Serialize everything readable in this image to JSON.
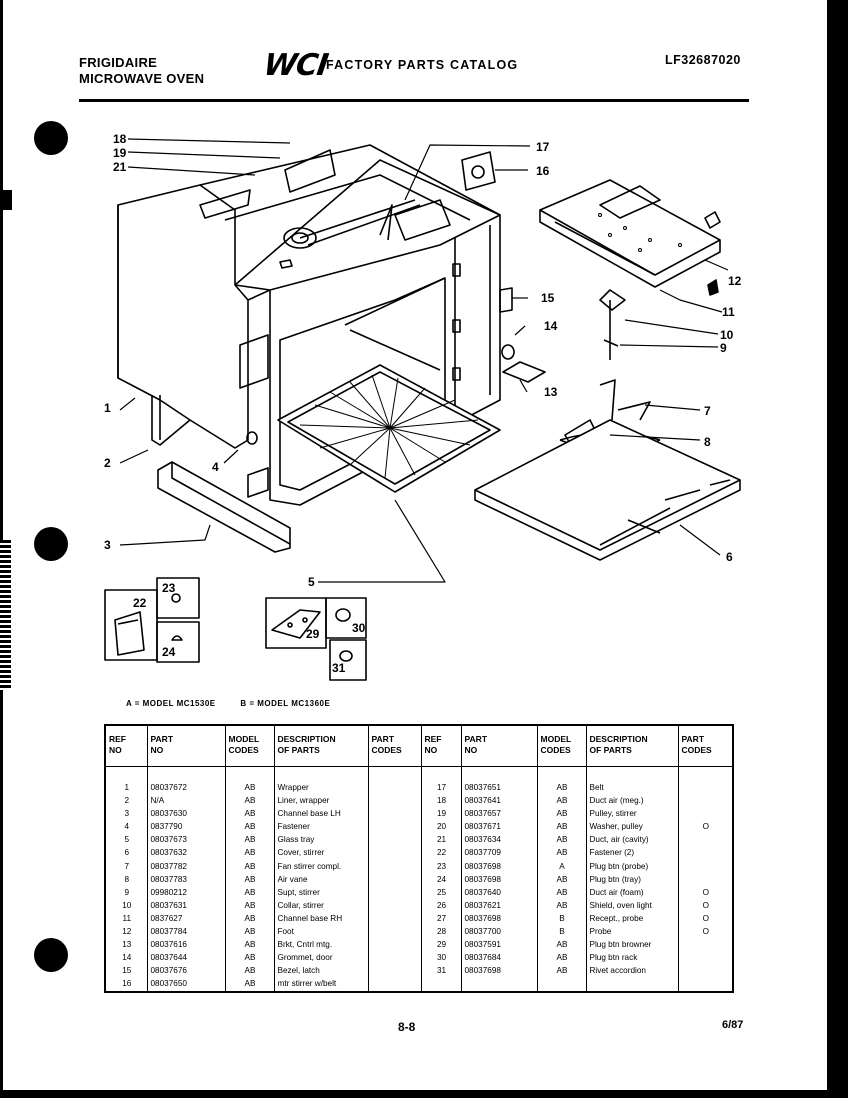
{
  "header": {
    "brand_line1": "FRIGIDAIRE",
    "brand_line2": "MICROWAVE OVEN",
    "logo": "WCI",
    "catalog_title": "FACTORY PARTS CATALOG",
    "catalog_number": "LF32687020"
  },
  "callouts": [
    "18",
    "19",
    "21",
    "17",
    "16",
    "12",
    "11",
    "10",
    "9",
    "15",
    "14",
    "13",
    "7",
    "8",
    "6",
    "1",
    "2",
    "4",
    "3",
    "5",
    "23",
    "22",
    "24",
    "29",
    "30",
    "31"
  ],
  "models": {
    "a": "A  =  MODEL MC1530E",
    "b": "B  =  MODEL MC1360E"
  },
  "table": {
    "headers": {
      "ref": "REF\nNO",
      "part": "PART\nNO",
      "model": "MODEL\nCODES",
      "desc": "DESCRIPTION\nOF PARTS",
      "codes": "PART\nCODES",
      "ref2": "REF\nNO",
      "part2": "PART\nNO",
      "model2": "MODEL\nCODES",
      "desc2": "DESCRIPTION\nOF PARTS",
      "codes2": "PART\nCODES"
    },
    "left": {
      "ref": "1\n2\n3\n4\n5\n6\n7\n8\n9\n10\n11\n12\n13\n14\n15\n16",
      "part": "08037672\nN/A\n08037630\n0837790\n08037673\n08037632\n08037782\n08037783\n09980212\n08037631\n0837627\n08037784\n08037616\n08037644\n08037676\n08037650",
      "model": "AB\nAB\nAB\nAB\nAB\nAB\nAB\nAB\nAB\nAB\nAB\nAB\nAB\nAB\nAB\nAB",
      "desc": "Wrapper\nLiner, wrapper\nChannel base LH\nFastener\nGlass tray\nCover, stirrer\nFan stirrer compl.\nAir vane\nSupt, stirrer\nCollar, stirrer\nChannel base RH\nFoot\nBrkt, Cntrl mtg.\nGrommet, door\nBezel, latch\nmtr stirrer w/belt",
      "codes": ""
    },
    "right": {
      "ref": "17\n18\n19\n20\n21\n22\n23\n24\n25\n26\n27\n28\n29\n30\n31",
      "part": "08037651\n08037641\n08037657\n08037671\n08037634\n08037709\n08037698\n08037698\n08037640\n08037621\n08037698\n08037700\n08037591\n08037684\n08037698",
      "model": "AB\nAB\nAB\nAB\nAB\nAB\nA\nAB\nAB\nAB\nB\nB\nAB\nAB\nAB",
      "desc": "Belt\nDuct air (meg.)\nPulley, stirrer\nWasher, pulley\nDuct, air (cavity)\nFastener (2)\nPlug btn (probe)\nPlug btn (tray)\nDuct air (foam)\nShield, oven light\nRecept., probe\nProbe\nPlug btn browner\nPlug btn rack\nRivet accordion",
      "codes": "\n\n\nO\n\n\n\n\nO\nO\nO\nO\n\n\n"
    }
  },
  "footer": {
    "page": "8-8",
    "date": "6/87"
  }
}
